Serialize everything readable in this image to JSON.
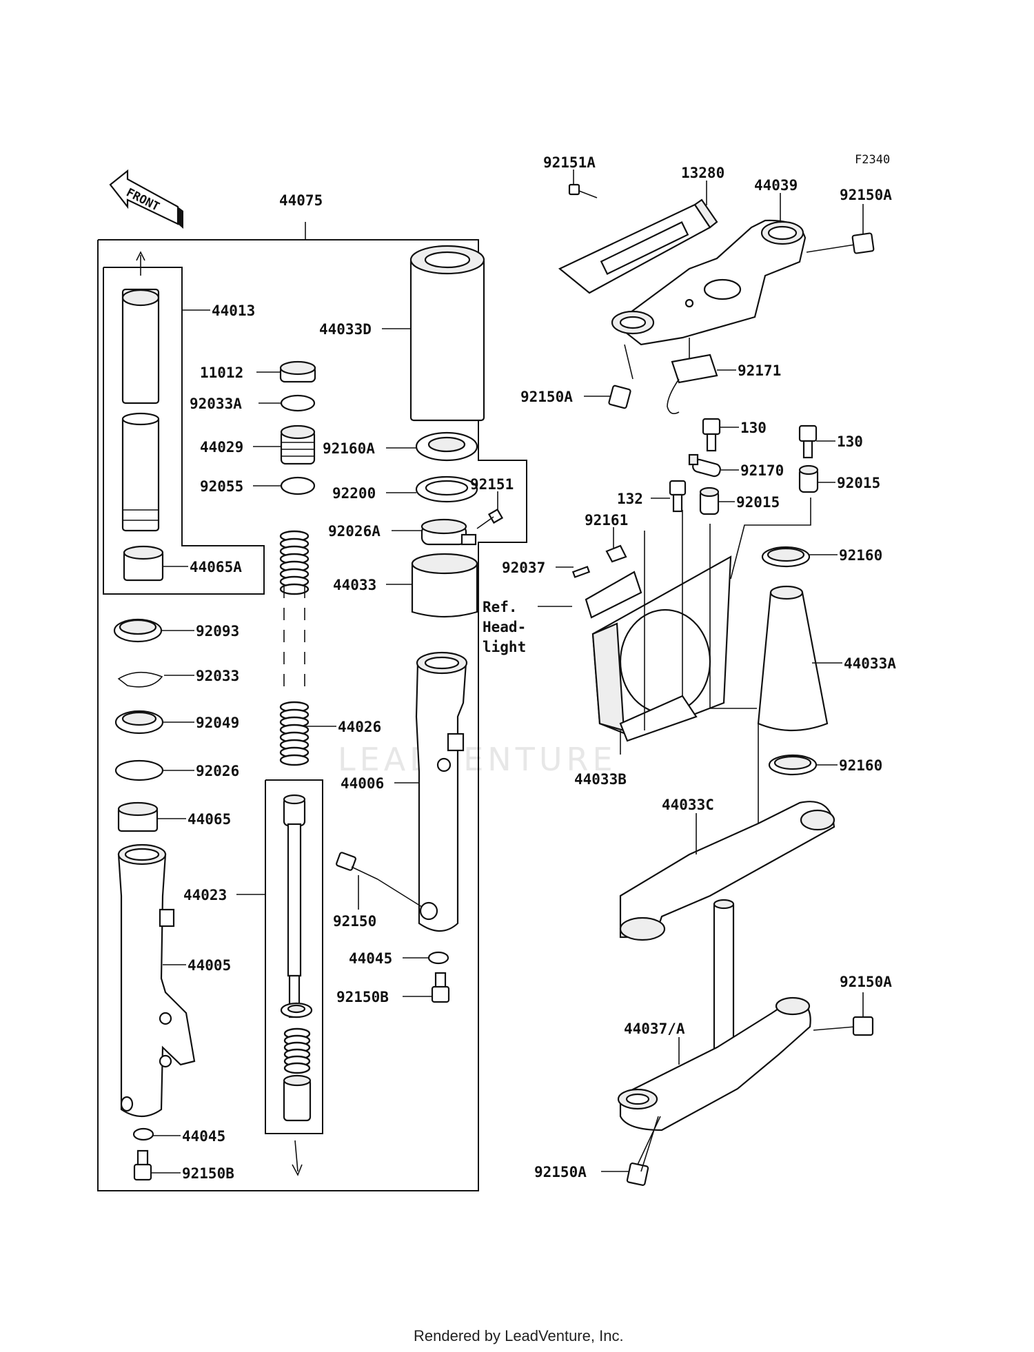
{
  "figure_code": "F2340",
  "front_label": "FRONT",
  "footer": "Rendered by LeadVenture, Inc.",
  "watermark": "LEADVENTURE",
  "ref_note": [
    "Ref.",
    "Head-",
    "light"
  ],
  "parts": {
    "p44075": "44075",
    "p44013": "44013",
    "p11012": "11012",
    "p92033A": "92033A",
    "p44029": "44029",
    "p92055": "92055",
    "p44065A": "44065A",
    "p92093": "92093",
    "p92033": "92033",
    "p92049": "92049",
    "p92026": "92026",
    "p44065": "44065",
    "p44023": "44023",
    "p44005": "44005",
    "p44045_left": "44045",
    "p92150B_left": "92150B",
    "p44033D": "44033D",
    "p92160A": "92160A",
    "p92200": "92200",
    "p92151": "92151",
    "p92026A": "92026A",
    "p44033": "44033",
    "p44026": "44026",
    "p44006": "44006",
    "p92150": "92150",
    "p44045_mid": "44045",
    "p92150B_mid": "92150B",
    "p92151A": "92151A",
    "p13280": "13280",
    "p44039": "44039",
    "p92150A_top": "92150A",
    "p92171": "92171",
    "p92150A_topleft": "92150A",
    "p130_a": "130",
    "p130_b": "130",
    "p92170": "92170",
    "p132": "132",
    "p92015_a": "92015",
    "p92015_b": "92015",
    "p92161": "92161",
    "p92037": "92037",
    "p92160_a": "92160",
    "p44033A": "44033A",
    "p44033B": "44033B",
    "p92160_b": "92160",
    "p44033C": "44033C",
    "p92150A_right": "92150A",
    "p44037A": "44037/A",
    "p92150A_bottom": "92150A"
  }
}
